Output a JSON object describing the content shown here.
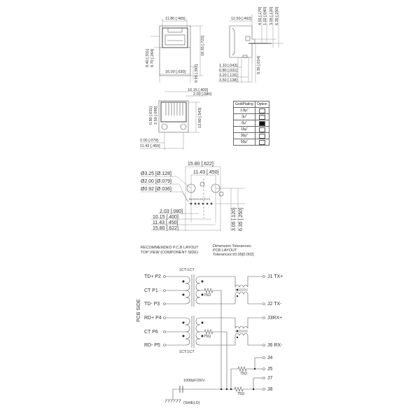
{
  "front_view": {
    "width_top": "11.80 [.465]",
    "height_right": "18.35 [.722]",
    "width_bottom": "16.00 [.630]",
    "left_dim_1": "8.40 [.331]",
    "left_dim_2": "6.70 [.264]",
    "bottom_right": "9.95 [.392]"
  },
  "side_view": {
    "depth_top": "12.50 [.492]",
    "right_dims": [
      "4.55 [.179]",
      "1.02 [.040]",
      "3.05 [.120]",
      "6.35 [.250]"
    ],
    "lead_dim": "0.35 [.014]",
    "bottom_dims": [
      "1.10 [.043]",
      "0.80 [.031]",
      "3.20 [.126]",
      "3.50 [.138]"
    ]
  },
  "bottom_view": {
    "top_dims": [
      "10.15 [.400]",
      "2.03 [.080]"
    ],
    "left_dims": [
      "0.80 [.031]",
      "2.50 [.098]"
    ],
    "right_dim": "13.80 [.543]",
    "bottom_dims": [
      "2.00 [.079]",
      "11.43 [.450]"
    ]
  },
  "gold_plating": {
    "headers": [
      "GoldPlating",
      "Option"
    ],
    "rows": [
      {
        "value": "1.8μ\"",
        "selected": false
      },
      {
        "value": "3μ\"",
        "selected": false
      },
      {
        "value": "6μ\"",
        "selected": true
      },
      {
        "value": "15μ\"",
        "selected": false
      },
      {
        "value": "30μ\"",
        "selected": false
      },
      {
        "value": "50μ\"",
        "selected": false
      }
    ]
  },
  "pcb_layout": {
    "top_dims": [
      "15.80 [.622]",
      "11.43 [.450]"
    ],
    "hole_callouts": [
      "Ø3.25 [Ø.128]",
      "Ø2.00 [Ø.079]",
      "Ø0.92 [Ø.036]"
    ],
    "pin_labels": "P6 P5 P4 P3 P2 P1",
    "bottom_dims": [
      "2.03 [.080]",
      "10.15 [.400]",
      "11.43 [.450]",
      "15.80 [.622]"
    ],
    "right_dims": [
      "3.05 [.120]",
      "6.35 [.250]"
    ],
    "caption_1": "RECOMMENDED P.C.B LAYOUT",
    "caption_2": "TOP VIEW (COMPONENT SIDE)"
  },
  "tolerances": {
    "line_1": "Dimension Tolerances:",
    "line_2": "PCB LAYOUT",
    "line_3": "Tolerances:±0.05[0.002]"
  },
  "schematic": {
    "ratio_top": "1CT:1CT",
    "ratio_bottom": "1CT:1CT",
    "side_label": "PCB SIDE",
    "left_pins": [
      "TD+ P2",
      "CT   P1",
      "TD-  P3",
      "RD+ P4",
      "CT   P6",
      "RD-  P5"
    ],
    "right_pins": [
      "J1 TX+",
      "J2 TX-",
      "J3RX+",
      "J6 RX-",
      "J4",
      "J5",
      "J7",
      "J8"
    ],
    "resistor": "75Ω",
    "capacitor": "1000pF/2KV",
    "shield": "(SHIELD)"
  }
}
